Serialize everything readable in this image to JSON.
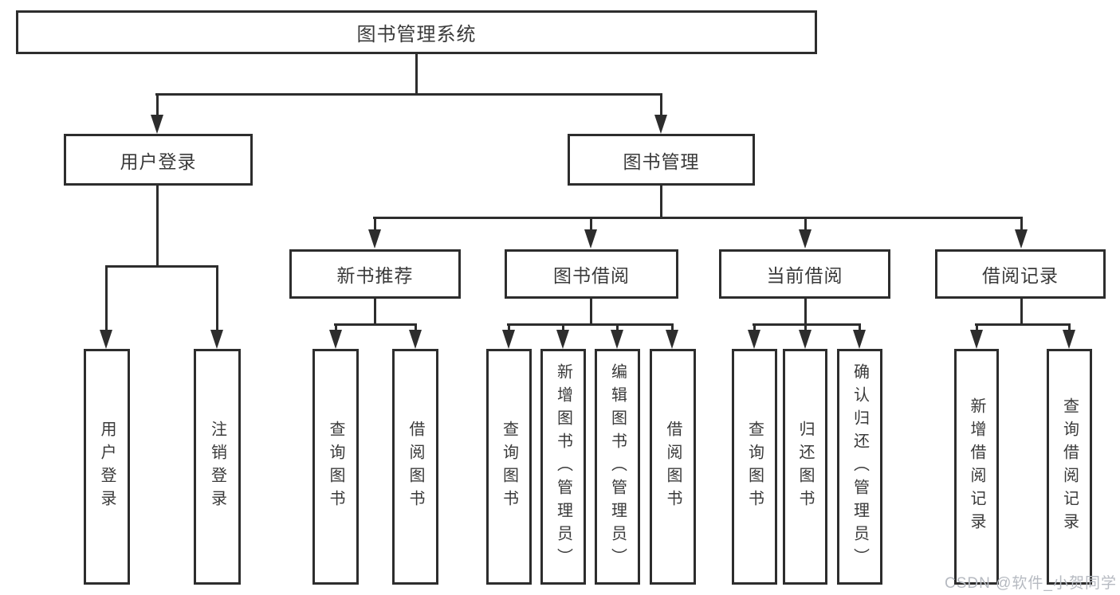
{
  "diagram": {
    "title": {
      "label": "图书管理系统"
    },
    "level2": [
      {
        "label": "用户登录"
      },
      {
        "label": "图书管理"
      }
    ],
    "level3": [
      {
        "label": "新书推荐"
      },
      {
        "label": "图书借阅"
      },
      {
        "label": "当前借阅"
      },
      {
        "label": "借阅记录"
      }
    ],
    "leaves": [
      {
        "label": "用户登录"
      },
      {
        "label": "注销登录"
      },
      {
        "label": "查询图书"
      },
      {
        "label": "借阅图书"
      },
      {
        "label": "查询图书"
      },
      {
        "label": "新增图书（管理员）"
      },
      {
        "label": "编辑图书（管理员）"
      },
      {
        "label": "借阅图书"
      },
      {
        "label": "查询图书"
      },
      {
        "label": "归还图书"
      },
      {
        "label": "确认归还（管理员）"
      },
      {
        "label": "新增借阅记录"
      },
      {
        "label": "查询借阅记录"
      }
    ],
    "watermark": "CSDN @软件_小贺同学",
    "colors": {
      "line": "#2d2d2d",
      "box_border": "#2d2d2d",
      "text": "#3a3a3a",
      "background": "#ffffff",
      "watermark": "#b6bac1"
    }
  }
}
